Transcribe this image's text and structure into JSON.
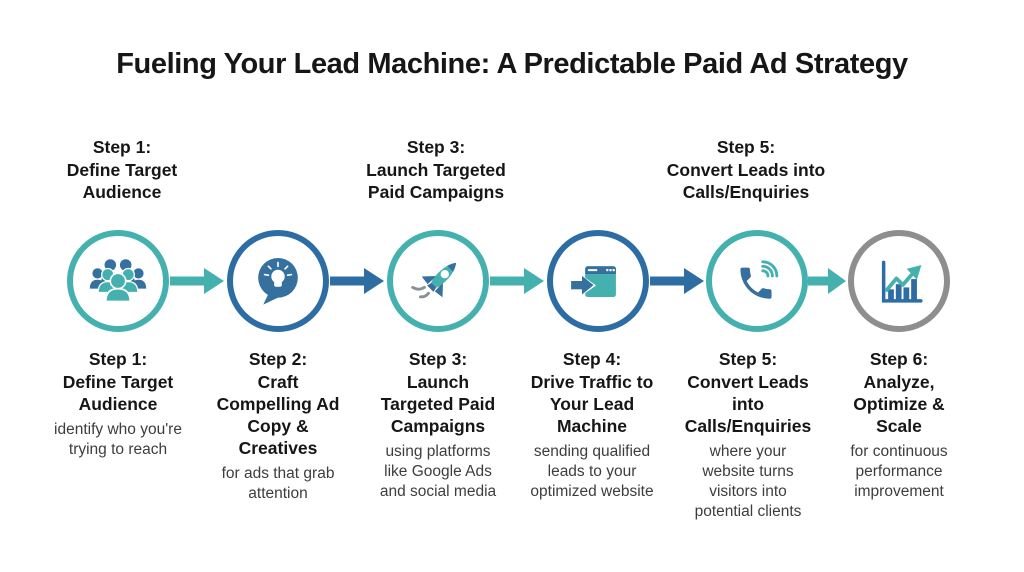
{
  "title": "Fueling Your Lead Machine: A Predictable Paid Ad Strategy",
  "colors": {
    "teal": "#45b1ae",
    "blue": "#2e6da4",
    "icon_blue": "#35709f",
    "gray": "#8e8e8e",
    "heading_text": "#161616",
    "description_text": "#3d3d3d"
  },
  "top_labels": [
    {
      "heading": "Step 1:",
      "title": "Define Target Audience"
    },
    {
      "heading": "Step 3:",
      "title": "Launch Targeted Paid Campaigns"
    },
    {
      "heading": "Step 5:",
      "title": "Convert Leads into Calls/Enquiries"
    }
  ],
  "steps": [
    {
      "heading": "Step 1:",
      "title": "Define Target Audience",
      "description": "identify who you're trying to reach",
      "icon": "audience-icon",
      "ring_color": "#45b1ae"
    },
    {
      "heading": "Step 2:",
      "title": "Craft Compelling Ad Copy & Creatives",
      "description": "for ads that grab attention",
      "icon": "idea-bubble-icon",
      "ring_color": "#2e6da4"
    },
    {
      "heading": "Step 3:",
      "title": "Launch Targeted Paid Campaigns",
      "description": "using platforms like Google Ads and social media",
      "icon": "rocket-icon",
      "ring_color": "#45b1ae"
    },
    {
      "heading": "Step 4:",
      "title": "Drive Traffic to Your Lead Machine",
      "description": "sending qualified leads to your optimized website",
      "icon": "web-traffic-icon",
      "ring_color": "#2e6da4"
    },
    {
      "heading": "Step 5:",
      "title": "Convert Leads into Calls/Enquiries",
      "description": "where your website turns visitors into potential clients",
      "icon": "phone-call-icon",
      "ring_color": "#45b1ae"
    },
    {
      "heading": "Step 6:",
      "title": "Analyze, Optimize & Scale",
      "description": "for continuous performance improvement",
      "icon": "growth-chart-icon",
      "ring_color": "#8e8e8e"
    }
  ],
  "arrow_colors": [
    "#45b1ae",
    "#2e6da4",
    "#45b1ae",
    "#2e6da4",
    "#45b1ae"
  ]
}
